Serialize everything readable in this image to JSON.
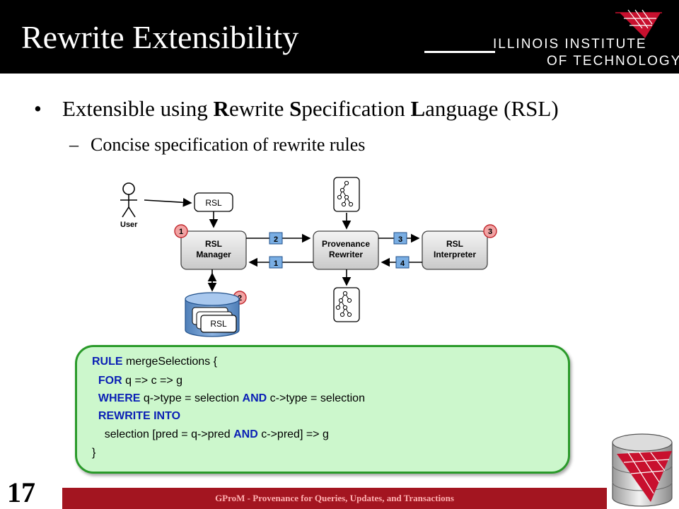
{
  "slide": {
    "title": "Rewrite Extensibility",
    "number": "17",
    "footer": "GProM - Provenance for Queries, Updates, and Transactions"
  },
  "logo": {
    "line1": "ILLINOIS INSTITUTE",
    "line2": "OF TECHNOLOGY",
    "accent_color": "#c8102e"
  },
  "bullets": {
    "main_symbol": "•",
    "main_segments": [
      {
        "text": "Extensible using ",
        "bold": false
      },
      {
        "text": "R",
        "bold": true
      },
      {
        "text": "ewrite ",
        "bold": false
      },
      {
        "text": "S",
        "bold": true
      },
      {
        "text": "pecification ",
        "bold": false
      },
      {
        "text": "L",
        "bold": true
      },
      {
        "text": "anguage (RSL)",
        "bold": false
      }
    ],
    "sub_symbol": "–",
    "sub_text": "Concise specification of rewrite rules"
  },
  "diagram": {
    "user_label": "User",
    "rsl_doc_label": "RSL",
    "manager_line1": "RSL",
    "manager_line2": "Manager",
    "rewriter_line1": "Provenance",
    "rewriter_line2": "Rewriter",
    "interpreter_line1": "RSL",
    "interpreter_line2": "Interpreter",
    "store_label": "RSL",
    "step_badges": [
      "1",
      "2",
      "3"
    ],
    "flow_labels": [
      "2",
      "1",
      "3",
      "4"
    ]
  },
  "code": {
    "lines": [
      [
        {
          "t": "RULE",
          "k": true
        },
        {
          "t": " mergeSelections {",
          "k": false
        }
      ],
      [
        {
          "t": "  ",
          "k": false
        },
        {
          "t": "FOR",
          "k": true
        },
        {
          "t": " q => c => g",
          "k": false
        }
      ],
      [
        {
          "t": "  ",
          "k": false
        },
        {
          "t": "WHERE",
          "k": true
        },
        {
          "t": " q->type = selection ",
          "k": false
        },
        {
          "t": "AND",
          "k": true
        },
        {
          "t": " c->type = selection",
          "k": false
        }
      ],
      [
        {
          "t": "  ",
          "k": false
        },
        {
          "t": "REWRITE INTO",
          "k": true
        }
      ],
      [
        {
          "t": "    selection [pred = q->pred ",
          "k": false
        },
        {
          "t": "AND",
          "k": true
        },
        {
          "t": " c->pred] => g",
          "k": false
        }
      ],
      [
        {
          "t": "}",
          "k": false
        }
      ]
    ]
  }
}
